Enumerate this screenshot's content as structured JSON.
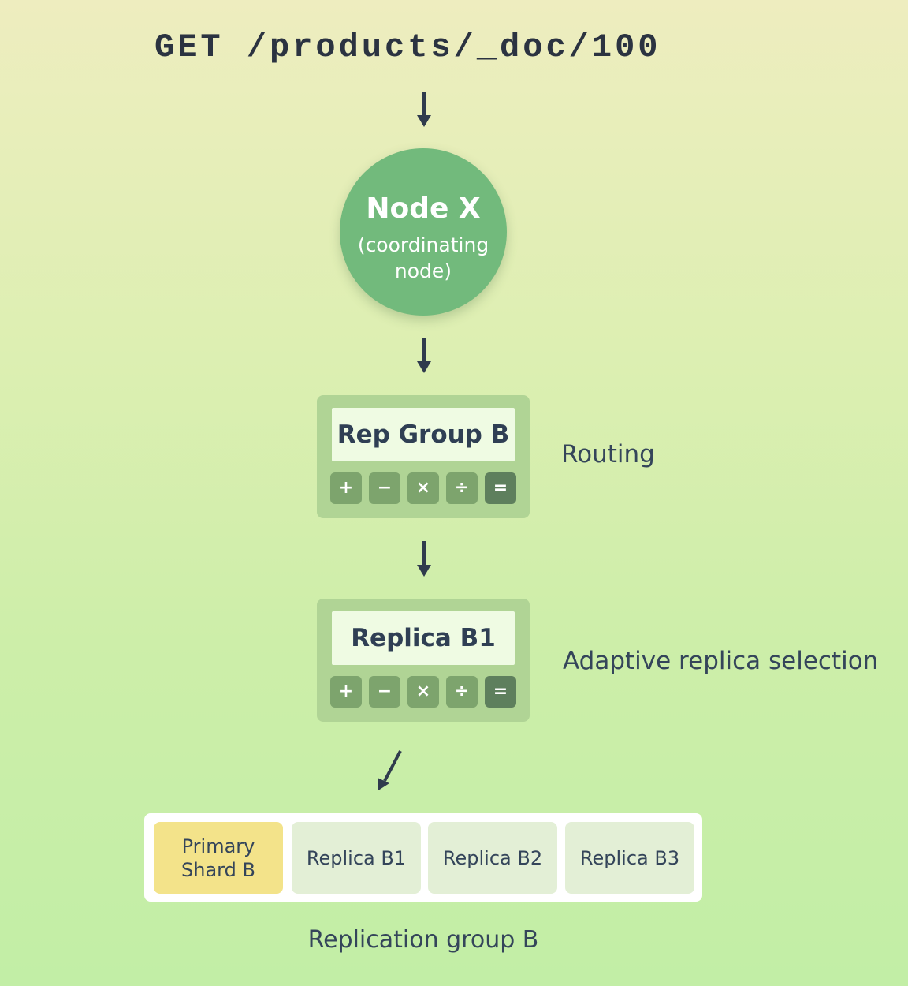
{
  "request": {
    "text": "GET /products/_doc/100"
  },
  "coordinating_node": {
    "title": "Node X",
    "subtitle": "(coordinating node)"
  },
  "routing_step": {
    "display": "Rep Group B",
    "keys": [
      "+",
      "−",
      "×",
      "÷",
      "="
    ],
    "label": "Routing"
  },
  "replica_step": {
    "display": "Replica B1",
    "keys": [
      "+",
      "−",
      "×",
      "÷",
      "="
    ],
    "label": "Adaptive replica selection"
  },
  "replication_group": {
    "shards": [
      {
        "label": "Primary Shard B",
        "role": "primary"
      },
      {
        "label": "Replica B1",
        "role": "replica"
      },
      {
        "label": "Replica B2",
        "role": "replica"
      },
      {
        "label": "Replica B3",
        "role": "replica"
      }
    ],
    "caption": "Replication group B"
  },
  "colors": {
    "node": "#72ba7c",
    "calculator": "#b0d495",
    "primary_shard": "#f3e38a",
    "replica_shard": "#e3efd6",
    "arrow": "#2f3b4d"
  }
}
